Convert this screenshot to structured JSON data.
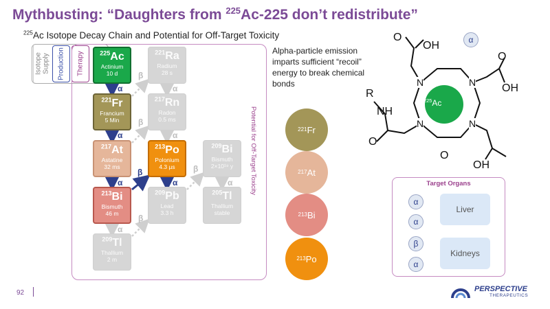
{
  "title": {
    "prefix": "Mythbusting: “Daughters from ",
    "mass": "225",
    "suffix": "Ac-225 don’t redistribute”"
  },
  "subtitle": {
    "mass": "225",
    "text": "Ac Isotope Decay Chain and Potential for Off-Target Toxicity"
  },
  "tabs": {
    "supply": "Isotope Supply",
    "production": "Production",
    "therapy": "Therapy"
  },
  "side_label": "Potential for Off-Target Toxicity",
  "elements": {
    "ac": {
      "mass": "225",
      "symbol": "Ac",
      "name": "Actinium",
      "half_life": "10 d"
    },
    "ra": {
      "mass": "221",
      "symbol": "Ra",
      "name": "Radium",
      "half_life": "28 s"
    },
    "fr": {
      "mass": "221",
      "symbol": "Fr",
      "name": "Francium",
      "half_life": "5 Min"
    },
    "rn": {
      "mass": "217",
      "symbol": "Rn",
      "name": "Radon",
      "half_life": "0.5 ms"
    },
    "at": {
      "mass": "217",
      "symbol": "At",
      "name": "Astatine",
      "half_life": "32 ms"
    },
    "po": {
      "mass": "213",
      "symbol": "Po",
      "name": "Polonium",
      "half_life": "4.3 µs"
    },
    "bi209": {
      "mass": "209",
      "symbol": "Bi",
      "name": "Bismuth",
      "half_life": "2×10¹⁹ y"
    },
    "bi": {
      "mass": "213",
      "symbol": "Bi",
      "name": "Bismuth",
      "half_life": "46 m"
    },
    "pb": {
      "mass": "209",
      "symbol": "Pb",
      "name": "Lead",
      "half_life": "3.3 h"
    },
    "tl205": {
      "mass": "205",
      "symbol": "Tl",
      "name": "Thallium",
      "half_life": "stable"
    },
    "tl209": {
      "mass": "209",
      "symbol": "Tl",
      "name": "Thallium",
      "half_life": "2 m"
    }
  },
  "decay": {
    "alpha": "α",
    "beta": "β"
  },
  "info_text": "Alpha-particle emission imparts sufficient “recoil” energy to break chemical bonds",
  "circles": [
    {
      "mass": "221",
      "symbol": "Fr"
    },
    {
      "mass": "217",
      "symbol": "At"
    },
    {
      "mass": "213",
      "symbol": "Bi"
    },
    {
      "mass": "213",
      "symbol": "Po"
    }
  ],
  "molecule": {
    "center_mass": "225",
    "center_symbol": "Ac",
    "badge": "α",
    "r": "R",
    "nh": "NH",
    "o": "O",
    "oh": "OH",
    "n": "N"
  },
  "target_organs": {
    "title": "Target Organs",
    "badges": [
      "α",
      "α",
      "β",
      "α"
    ],
    "organs": [
      "Liver",
      "Kidneys"
    ]
  },
  "footer": {
    "page_number": "92",
    "logo_text": "PERSPECTIVE",
    "logo_sub": "THERAPEUTICS"
  },
  "colors": {
    "brand_purple": "#7b4a96",
    "actinium_green": "#1aa84a",
    "decay_blue": "#2d3f8c",
    "polonium_orange": "#f0900f"
  }
}
